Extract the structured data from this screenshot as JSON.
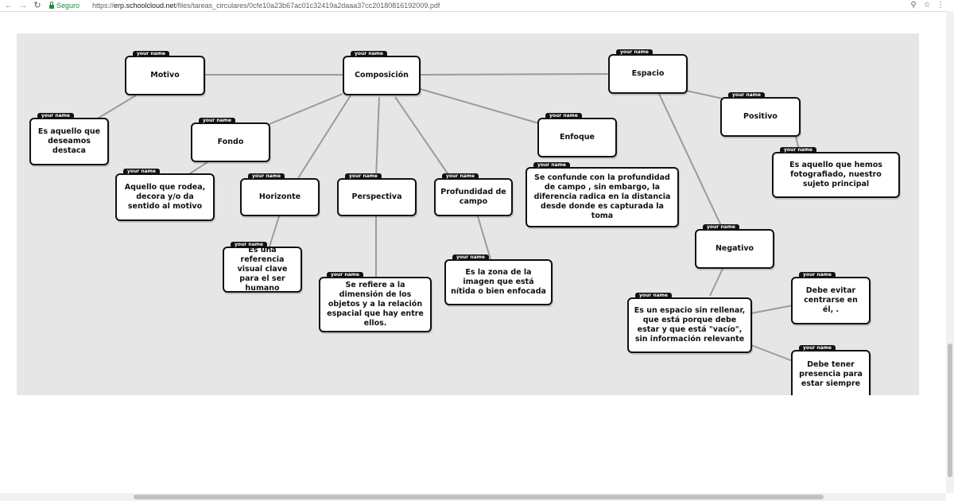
{
  "browser": {
    "secure_label": "Seguro",
    "url_scheme": "https://",
    "url_host": "erp.schoolcloud.net",
    "url_path": "/files/tareas_circulares/0cfe10a23b67ac01c32419a2daaa37cc20180816192009.pdf"
  },
  "map": {
    "tag": "your name",
    "nodes": {
      "motivo": "Motivo",
      "motivo_def": "Es aquello que deseamos destaca",
      "composicion": "Composición",
      "fondo": "Fondo",
      "fondo_def": "Aquello que rodea, decora y/o da sentido al motivo",
      "horizonte": "Horizonte",
      "horizonte_def": "Es una referencia visual clave para el ser humano",
      "perspectiva": "Perspectiva",
      "perspectiva_def": "Se refiere a la dimensión de los objetos y a la relación espacial que hay entre ellos.",
      "profundidad": "Profundidad de campo",
      "profundidad_def": "Es la zona de la imagen que está nítida o bien enfocada",
      "enfoque": "Enfoque",
      "enfoque_def": "Se confunde con la profundidad de campo , sin embargo, la diferencia radica en la distancia desde donde es capturada la toma",
      "espacio": "Espacio",
      "positivo": "Positivo",
      "positivo_def": "Es aquello que hemos fotografiado, nuestro sujeto principal",
      "negativo": "Negativo",
      "negativo_def": "Es un espacio sin rellenar, que está porque debe estar y que está \"vacío\", sin información relevante",
      "evitar": "Debe evitar centrarse en él, .",
      "tener": "Debe tener presencia para estar siempre"
    }
  }
}
